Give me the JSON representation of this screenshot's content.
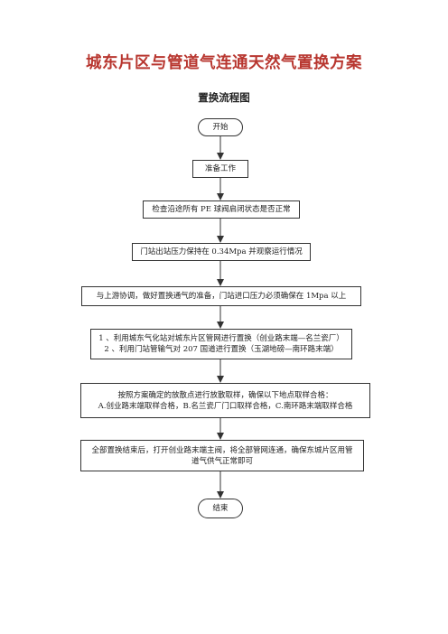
{
  "title": "城东片区与管道气连通天然气置换方案",
  "subtitle": "置换流程图",
  "flow": {
    "start": "开始",
    "prepare": "准备工作",
    "check_valves": "检查沿途所有 PE 球阀启闭状态是否正常",
    "gate_pressure": "门站出站压力保持在 0.34Mpa 并观察运行情况",
    "coordinate": "与上游协调，做好置换通气的准备，门站进口压力必须确保在 1Mpa 以上",
    "replace_line1": "1 、利用城东气化站对城东片区管网进行置换（创业路末端—名兰瓷厂）",
    "replace_line2": "2 、利用门站管输气对 207 国道进行置换（玉湖地磅—南环路末端）",
    "sampling_line1": "按照方案确定的放散点进行放散取样，确保以下地点取样合格：",
    "sampling_line2": "A.创业路末端取样合格，B.名兰瓷厂门口取样合格，C.南环路末端取样合格",
    "finish_line1": "全部置换结束后，打开创业路末端主阀，将全部管网连通，确保东城片区用管",
    "finish_line2": "道气供气正常即可",
    "end": "结束"
  },
  "colors": {
    "title": "#b8362f",
    "border": "#333333"
  }
}
